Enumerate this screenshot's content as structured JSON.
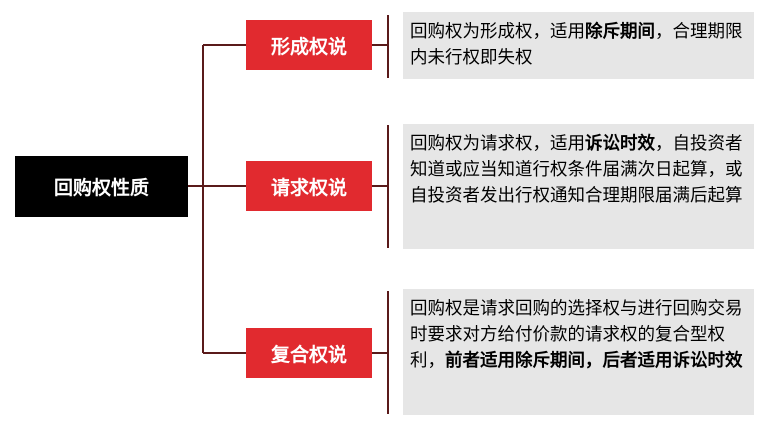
{
  "colors": {
    "root_bg": "#000000",
    "branch_bg": "#e12a2f",
    "connector": "#5a1a1a",
    "desc_bg": "#e6e6e6"
  },
  "root": {
    "label": "回购权性质"
  },
  "branches": [
    {
      "label": "形成权说",
      "desc_parts": [
        {
          "text": "回购权为形成权，适用",
          "bold": false
        },
        {
          "text": "除斥期间",
          "bold": true
        },
        {
          "text": "，合理期限内未行权即失权",
          "bold": false
        }
      ]
    },
    {
      "label": "请求权说",
      "desc_parts": [
        {
          "text": "回购权为请求权，适用",
          "bold": false
        },
        {
          "text": "诉讼时效",
          "bold": true
        },
        {
          "text": "，自投资者知道或应当知道行权条件届满次日起算，或自投资者发出行权通知合理期限届满后起算",
          "bold": false
        }
      ]
    },
    {
      "label": "复合权说",
      "desc_parts": [
        {
          "text": "回购权是请求回购的选择权与进行回购交易时要求对方给付价款的请求权的复合型权利，",
          "bold": false
        },
        {
          "text": "前者适用除斥期间，后者适用诉讼时效",
          "bold": true
        }
      ]
    }
  ]
}
